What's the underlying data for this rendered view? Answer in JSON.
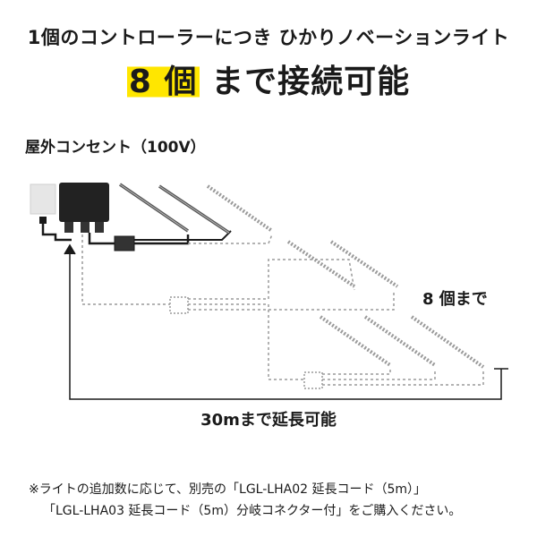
{
  "header": {
    "line1": "1個のコントローラーにつき ひかりノベーションライト",
    "line2_highlight": "8 個",
    "line2_rest": "まで接続可能",
    "highlight_color": "#ffe600"
  },
  "diagram": {
    "outlet_label": "屋外コンセント（100V）",
    "count_label": "8 個まで",
    "extension_label": "30mまで延長可能"
  },
  "notes": {
    "line1": "※ライトの追加数に応じて、別売の「LGL-LHA02 延長コード（5m）」",
    "line2": "「LGL-LHA03 延長コード（5m）分岐コネクター付」をご購入ください。"
  },
  "colors": {
    "text": "#1a1a1a",
    "controller": "#222222",
    "outlet": "#e6e6e6",
    "dashed": "#9a9a9a"
  }
}
